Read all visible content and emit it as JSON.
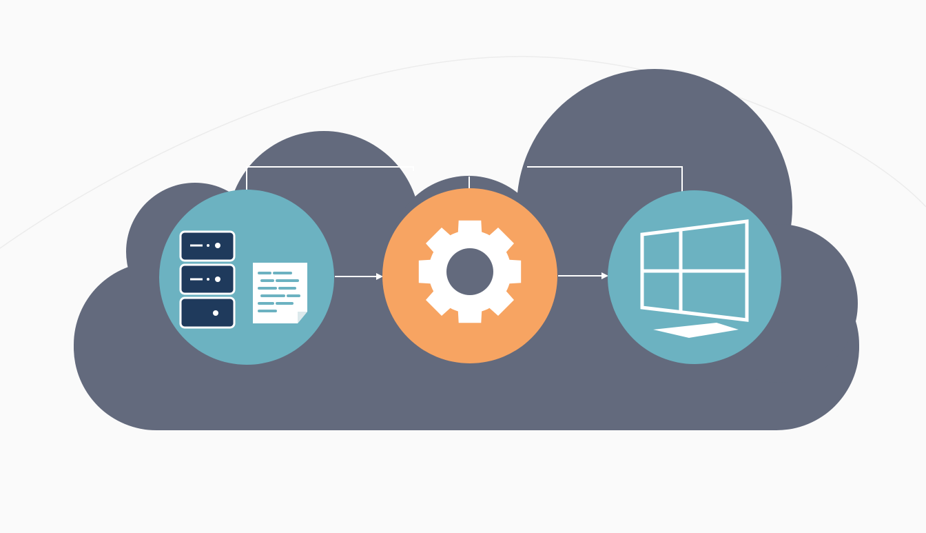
{
  "diagram": {
    "kind": "cloud-pipeline",
    "nodes": [
      {
        "id": "data-source",
        "icons": [
          "server-rack-icon",
          "document-icon"
        ],
        "color": "#6cb2c1"
      },
      {
        "id": "processing",
        "icons": [
          "gear-icon"
        ],
        "color": "#f7a462"
      },
      {
        "id": "output",
        "icons": [
          "window-display-icon"
        ],
        "color": "#6cb2c1"
      }
    ],
    "edges": [
      {
        "from": "data-source",
        "to": "processing",
        "style": "arrow"
      },
      {
        "from": "processing",
        "to": "output",
        "style": "arrow"
      },
      {
        "from": "data-source",
        "to": "processing",
        "style": "connector-line"
      },
      {
        "from": "processing",
        "to": "output",
        "style": "connector-line"
      }
    ]
  },
  "colors": {
    "background": "#fafafa",
    "cloud": "#636a7d",
    "teal": "#6cb2c1",
    "orange": "#f7a462",
    "server_navy": "#1f3a5c",
    "line": "#ffffff",
    "doc_lines": "#6cb2c1"
  }
}
